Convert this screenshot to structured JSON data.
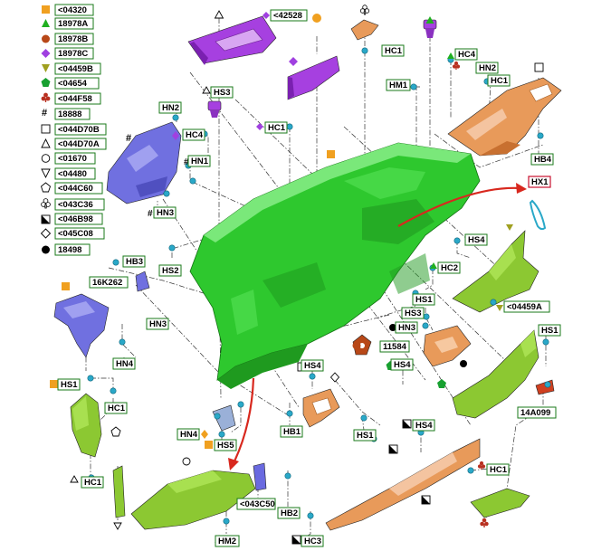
{
  "legend": [
    {
      "symbol": "square",
      "color": "#f0a020",
      "code": "<04320"
    },
    {
      "symbol": "triangle",
      "color": "#20b020",
      "code": "18978A"
    },
    {
      "symbol": "circle",
      "color": "#b84818",
      "code": "18978B"
    },
    {
      "symbol": "diamond",
      "color": "#a040e0",
      "code": "18978C"
    },
    {
      "symbol": "triangle-down",
      "color": "#a0a020",
      "code": "<04459B"
    },
    {
      "symbol": "pentagon",
      "color": "#18a030",
      "code": "<04654"
    },
    {
      "symbol": "club",
      "color": "#b83020",
      "code": "<044F58"
    },
    {
      "symbol": "hash",
      "color": "#000000",
      "code": "18888"
    },
    {
      "symbol": "square-outline",
      "color": "#000000",
      "code": "<044D70B"
    },
    {
      "symbol": "triangle-outline",
      "color": "#000000",
      "code": "<044D70A"
    },
    {
      "symbol": "circle-outline",
      "color": "#000000",
      "code": "<01670"
    },
    {
      "symbol": "triangle-down-outline",
      "color": "#000000",
      "code": "<04480"
    },
    {
      "symbol": "pentagon-outline",
      "color": "#000000",
      "code": "<044C60"
    },
    {
      "symbol": "club-outline",
      "color": "#000000",
      "code": "<043C36"
    },
    {
      "symbol": "half-square",
      "color": "#000000",
      "code": "<046B98"
    },
    {
      "symbol": "diamond-outline",
      "color": "#000000",
      "code": "<045C08"
    },
    {
      "symbol": "dot",
      "color": "#000000",
      "code": "18498"
    }
  ],
  "callouts": {
    "c42528": "<42528",
    "hc1_top": "HC1",
    "hc4_top": "HC4",
    "hn2_right": "HN2",
    "hc1_right": "HC1",
    "hm1": "HM1",
    "hs3_top": "HS3",
    "hn2_left": "HN2",
    "hc4_left": "HC4",
    "hc1_mid": "HC1",
    "hn1": "HN1",
    "hn3_left": "HN3",
    "hb4": "HB4",
    "hx1": "HX1",
    "hs4_right": "HS4",
    "hc2": "HC2",
    "hb3": "HB3",
    "hs2": "HS2",
    "k16k262": "16K262",
    "hs1_mid": "HS1",
    "c04459a": "<04459A",
    "hs3_mid": "HS3",
    "hn3_center": "HN3",
    "hn3_mid": "HN3",
    "c11584": "11584",
    "hs1_right": "HS1",
    "hn4_left": "HN4",
    "hs4_mid": "HS4",
    "hs4_center": "HS4",
    "hs1_left": "HS1",
    "hc1_left": "HC1",
    "hb1": "HB1",
    "c14a099": "14A099",
    "hn4_center": "HN4",
    "hs5": "HS5",
    "hs1_center": "HS1",
    "hs4_low": "HS4",
    "hc1_low_left": "HC1",
    "hc1_low_right": "HC1",
    "c043c50": "<043C50",
    "hb2": "HB2",
    "hm2": "HM2",
    "hc3": "HC3"
  },
  "colors": {
    "main_dash": "#2ec82e",
    "main_dash_dark": "#1f9a1f",
    "purple": "#a640e0",
    "orange": "#e89a5a",
    "olive": "#8cc832",
    "blue_part": "#7070e0",
    "fastener": "#2aa8c8",
    "arrow_red": "#d8281e",
    "label_border": "#1a7a1a",
    "hx1_border": "#c8102e"
  }
}
